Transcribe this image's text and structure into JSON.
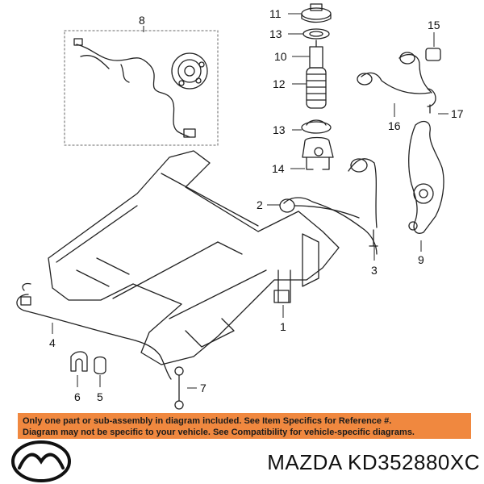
{
  "callouts": {
    "c1": "1",
    "c2": "2",
    "c3": "3",
    "c4": "4",
    "c5": "5",
    "c6": "6",
    "c7": "7",
    "c8": "8",
    "c9": "9",
    "c10": "10",
    "c11": "11",
    "c12": "12",
    "c13a": "13",
    "c13b": "13",
    "c14": "14",
    "c15": "15",
    "c16": "16",
    "c17": "17"
  },
  "notice": {
    "line1": "Only one part or sub-assembly in diagram included. See Item Specifics for Reference #.",
    "line2": "Diagram may not be specific to your vehicle. See Compatibility for vehicle-specific diagrams."
  },
  "brand": {
    "label": "MAZDA KD352880XC",
    "logo": "mazda-logo"
  },
  "colors": {
    "notice_bg": "#f0883f",
    "line": "#222222"
  }
}
